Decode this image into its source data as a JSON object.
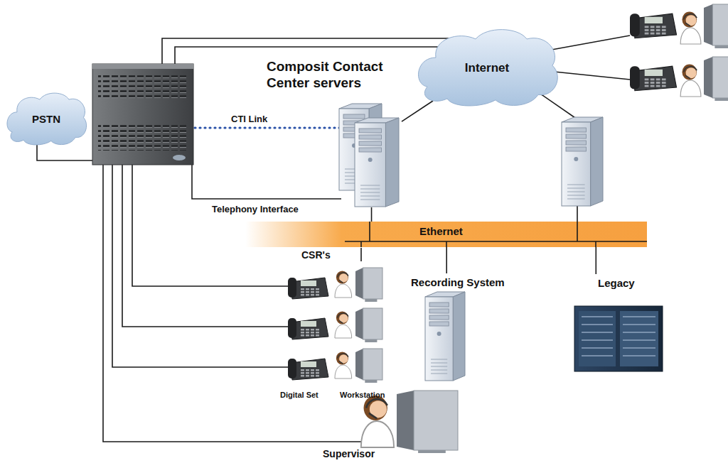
{
  "diagram": {
    "nodes": [
      {
        "text": [
          "PSTN"
        ]
      },
      {
        "text": [
          "Internet"
        ]
      },
      {
        "text": [
          "Composit Contact Center servers"
        ]
      },
      {
        "text": [
          "Ethernet"
        ]
      },
      {
        "text": [
          "Recording System"
        ]
      },
      {
        "text": [
          "Legacy"
        ]
      },
      {
        "text": [
          "Supervisor"
        ]
      }
    ],
    "edges": [
      {
        "from": 2,
        "to": 1,
        "arrow": "none"
      },
      {
        "from": 2,
        "to": 3,
        "arrow": "none"
      },
      {
        "from": 4,
        "to": 3,
        "arrow": "none"
      },
      {
        "from": 5,
        "to": 3,
        "arrow": "none"
      }
    ],
    "labels": [
      "CTI Link",
      "Telephony Interface",
      "CSR's",
      "Digital Set",
      "Workstation"
    ]
  }
}
